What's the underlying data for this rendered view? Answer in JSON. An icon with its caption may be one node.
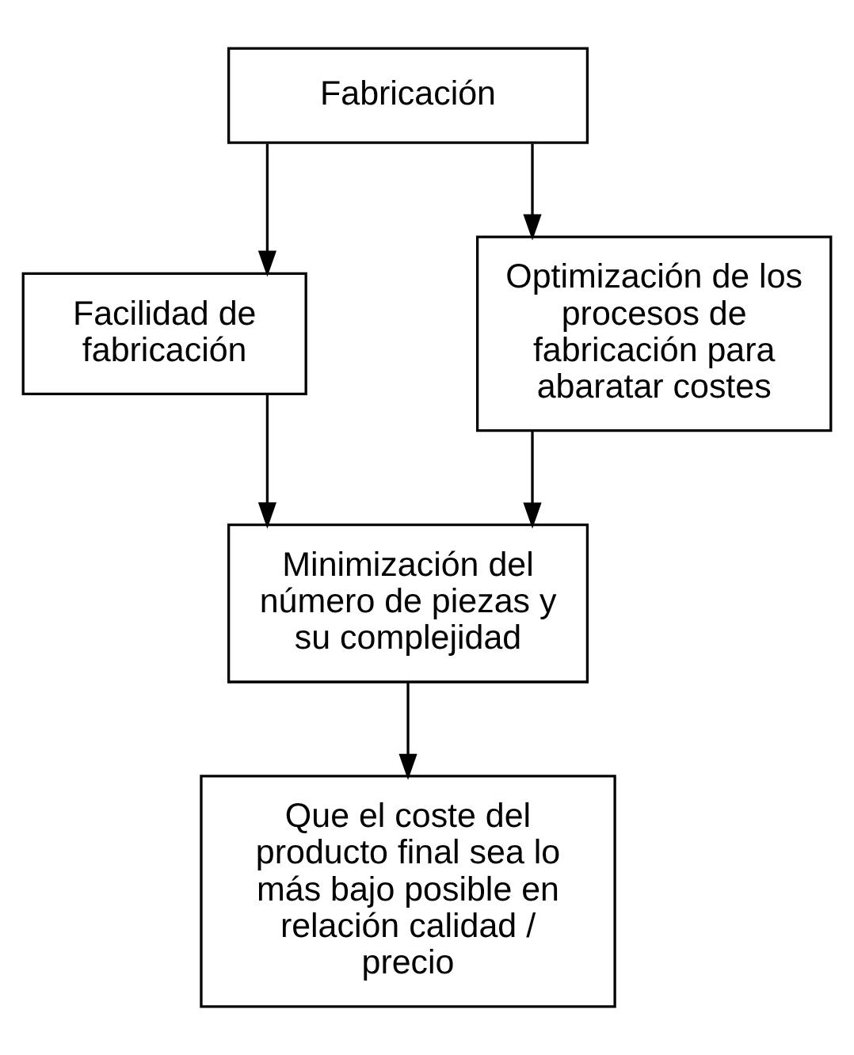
{
  "diagram": {
    "nodes": [
      {
        "text": [
          "Fabricación"
        ]
      },
      {
        "text": [
          "Facilidad de fabricación"
        ]
      },
      {
        "text": [
          "Optimización de los procesos de fabricación para abaratar costes"
        ]
      },
      {
        "text": [
          "Minimización del número de piezas y su complejidad"
        ]
      },
      {
        "text": [
          "Que el coste del producto final sea lo más bajo posible en relación calidad / precio"
        ]
      }
    ],
    "edges": [
      {
        "from": 0,
        "to": 1,
        "arrow": "to"
      },
      {
        "from": 0,
        "to": 2,
        "arrow": "to"
      },
      {
        "from": 1,
        "to": 3,
        "arrow": "to"
      },
      {
        "from": 2,
        "to": 3,
        "arrow": "to"
      },
      {
        "from": 3,
        "to": 4,
        "arrow": "to"
      }
    ]
  }
}
